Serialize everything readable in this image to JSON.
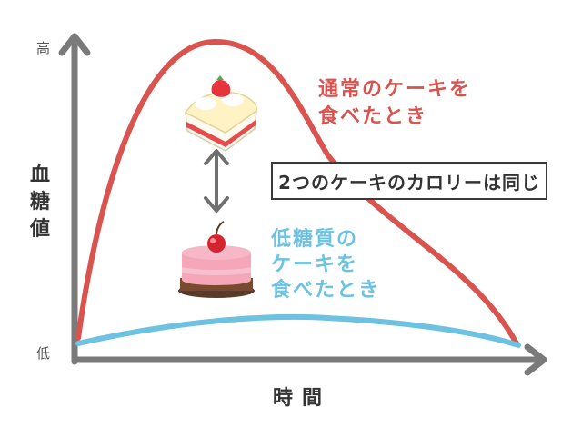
{
  "axes": {
    "y_label_chars": [
      "血",
      "糖",
      "値"
    ],
    "y_high": "高",
    "y_low": "低",
    "x_label": "時間"
  },
  "curves": {
    "normal_label_lines": [
      "通常のケーキを",
      "食べたとき"
    ],
    "lowsugar_label_lines": [
      "低糖質の",
      "ケーキを",
      "食べたとき"
    ]
  },
  "note": "2つのケーキのカロリーは同じ",
  "colors": {
    "normal_curve": "#d9534f",
    "lowsugar_curve": "#6cc2e0",
    "axis": "#7a7a7a"
  },
  "icons": {
    "normal_cake": "strawberry-shortcake-slice-icon",
    "lowsugar_cake": "cherry-mousse-cake-icon",
    "compare_arrow": "double-arrow-vertical-icon"
  }
}
